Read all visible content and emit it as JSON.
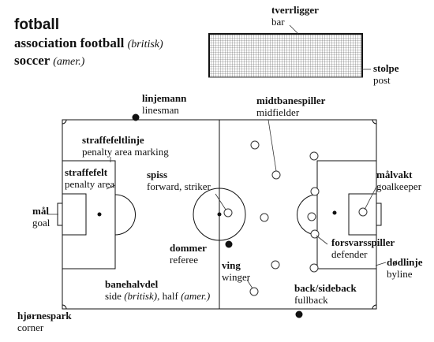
{
  "title": {
    "main": "fotball",
    "line2_bold": "association football",
    "line2_note": "(britisk)",
    "line3_bold": "soccer",
    "line3_note": "(amer.)"
  },
  "labels": {
    "tverrligger": {
      "no": "tverrligger",
      "en": "bar"
    },
    "stolpe": {
      "no": "stolpe",
      "en": "post"
    },
    "linjemann": {
      "no": "linjemann",
      "en": "linesman"
    },
    "midtbanespiller": {
      "no": "midtbanespiller",
      "en": "midfielder"
    },
    "straffefeltlinje": {
      "no": "straffefeltlinje",
      "en": "penalty area marking"
    },
    "straffefelt": {
      "no": "straffefelt",
      "en": "penalty area"
    },
    "spiss": {
      "no": "spiss",
      "en": "forward, striker"
    },
    "malvakt": {
      "no": "målvakt",
      "en": "goalkeeper"
    },
    "mal": {
      "no": "mål",
      "en": "goal"
    },
    "dommer": {
      "no": "dommer",
      "en": "referee"
    },
    "forsvarsspiller": {
      "no": "forsvarsspiller",
      "en": "defender"
    },
    "ving": {
      "no": "ving",
      "en": "winger"
    },
    "dodlinje": {
      "no": "dødlinje",
      "en": "byline"
    },
    "banehalvdel": {
      "no": "banehalvdel",
      "en_a": "side",
      "en_a_note": "(britisk)",
      "en_b": ", half",
      "en_b_note": "(amer.)"
    },
    "backsideback": {
      "no": "back/sideback",
      "en": "fullback"
    },
    "hjornespark": {
      "no": "hjørnespark",
      "en": "corner"
    }
  }
}
